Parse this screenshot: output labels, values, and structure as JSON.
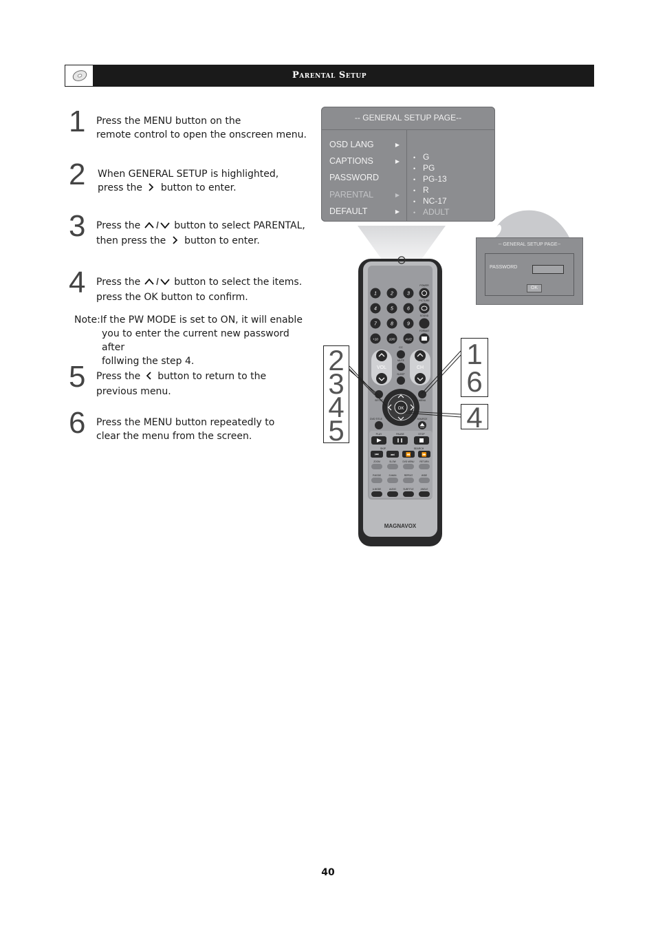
{
  "header": {
    "title": "Parental Setup",
    "icon": "disc-icon"
  },
  "steps": [
    {
      "num": "1",
      "lines": [
        "Press the MENU  button on the",
        "remote control to open the onscreen menu."
      ]
    },
    {
      "num": "2",
      "pre1": "When GENERAL SETUP is highlighted,",
      "pre2": "press the",
      "post2": "button to enter."
    },
    {
      "num": "3",
      "pre1": "Press the",
      "post1": "button to select PARENTAL,",
      "pre2": "then press the",
      "post2": "button to enter."
    },
    {
      "num": "4",
      "pre1": "Press the",
      "post1": "button to select the items.",
      "line2": "press the OK button to confirm."
    },
    {
      "num": "5",
      "pre1": "Press the",
      "post1": "button to return to the",
      "line2": "previous menu."
    },
    {
      "num": "6",
      "lines": [
        "Press the MENU  button repeatedly to",
        "clear the menu from the screen."
      ]
    }
  ],
  "note": {
    "first": "Note:If the PW MODE is set to ON, it will enable",
    "rest1": "you to enter the current new password after",
    "rest2": "follwing the step 4."
  },
  "osd": {
    "title": "-- GENERAL SETUP PAGE--",
    "items": [
      "OSD LANG",
      "CAPTIONS",
      "PASSWORD",
      "PARENTAL",
      "DEFAULT"
    ],
    "options": [
      "G",
      "PG",
      "PG-13",
      "R",
      "NC-17",
      "ADULT"
    ]
  },
  "password_dialog": {
    "title": "-- GENERAL SETUP PAGE--",
    "label": "PASSWORD",
    "ok": "OK"
  },
  "callouts": {
    "left": [
      "2",
      "3",
      "4",
      "5"
    ],
    "right_top": [
      "1",
      "6"
    ],
    "right_bottom": "4"
  },
  "remote": {
    "brand": "MAGNAVOX",
    "keys": [
      "1",
      "2",
      "3",
      "4",
      "5",
      "6",
      "7",
      "8",
      "9",
      "+10",
      "10/0",
      "AV/2"
    ],
    "labels": {
      "power": "POWER",
      "picture": "PICTURE",
      "sound": "SOUND",
      "format": "FORMAT",
      "cc": "CC",
      "mute": "MUTE",
      "sleep": "SLEEP",
      "vol": "VOL",
      "ch": "CH",
      "ok": "OK",
      "menu": "MENU",
      "setup": "SETUP",
      "dvd_title": "DVD TITLE",
      "source": "SOURCE",
      "play": "PLAY",
      "pause": "PAUSE",
      "stop": "STOP",
      "skip": "SKIP",
      "search": "SEARCH",
      "row1": [
        "ZOOM",
        "SLOW",
        "DVD MENU",
        "RETURN"
      ],
      "row2": [
        "P.MODE",
        "S.MAIN",
        "REPEAT",
        "WIDE"
      ],
      "row3": [
        "A.MODE",
        "AUDIO",
        "SUBTITLE",
        "ANGLE"
      ]
    }
  },
  "page_number": "40"
}
